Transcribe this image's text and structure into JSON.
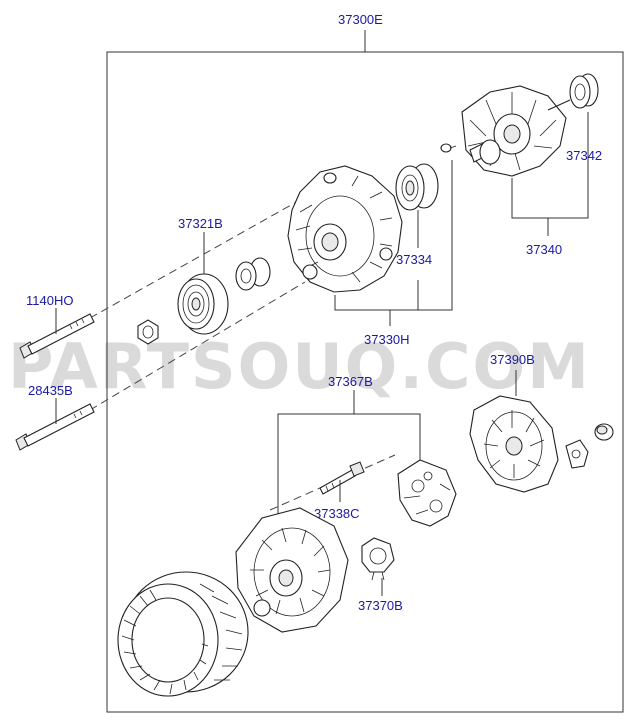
{
  "watermark": "PARTSOUQ.COM",
  "colors": {
    "label": "#1a1aa6",
    "line": "#333333",
    "watermark": "#bdbdbd"
  },
  "labels": {
    "assembly": "37300E",
    "pulley": "37321B",
    "bearing_front": "37334",
    "bearing_rear": "37342",
    "rotor": "37340",
    "front_bracket": "37330H",
    "bolt_long": "1140HO",
    "bolt_short": "28435B",
    "rectifier": "37367B",
    "rear_cover": "37390B",
    "through_bolt": "37338C",
    "regulator": "37370B"
  }
}
